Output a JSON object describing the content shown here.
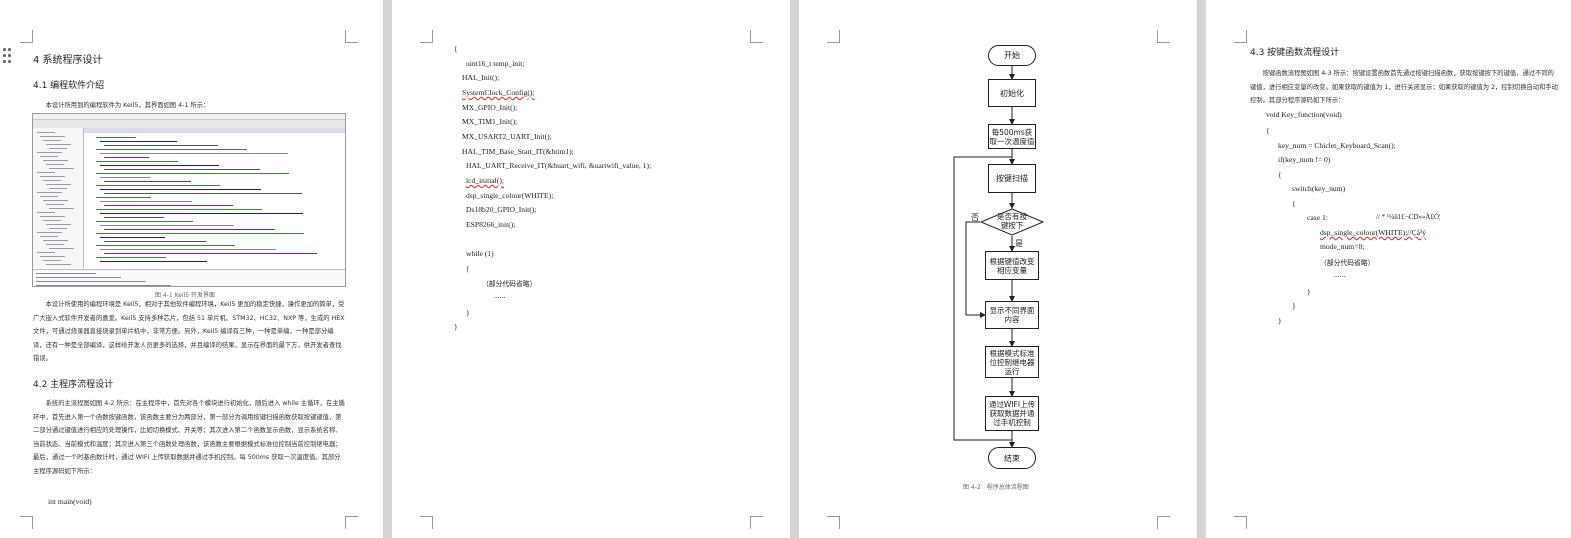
{
  "page1": {
    "h_chapter": "4 系统程序设计",
    "h_software": "4.1 编程软件介绍",
    "intro": "本设计所用到的编程软件为 Keil5，其界面如图 4-1 所示：",
    "fig1_caption": "图 4-1 Keil5 开发界面",
    "keil_para": "本设计所使用的编程环境是 Keil5，相对于其他软件编程环境，Keil5 更加的稳定快捷，操作更加的简单，受广大嵌入式软件开发者的喜爱。Keil5 支持多种芯片，包括 51 单片机、STM32、HC32、NXP 等，生成的 HEX 文件，可通过烧录器直接烧录到单片机中，非常方便。另外，Keil5 编译有三种，一种是单编，一种是部分编译，还有一种是全部编译，这样给开发人员更多的选择，并且编译的结果，显示在界面的最下方，供开发者查找错误。",
    "h_main": "4.2 主程序流程设计",
    "main_para": "系统的主流程图如图 4-2 所示：在主程序中，首先对各个模块进行初始化，随后进入 while 主循环，在主循环中，首先进入第一个函数按键函数，该函数主要分为两部分，第一部分为调用按键扫描函数获取按键键值，第二部分通过键值进行相应的处理操作，比如切换模式、开关等；其次进入第二个函数显示函数，显示系统名称、当前状态、当前模式和温度；其次进入第三个函数处理函数，该函数主要根据模式标准位控制当前控制继电器；最后，通过一个时基函数计时，通过 WIFI 上传获取数据并通过手机控制。每 500ms 获取一次温度值。其部分主程序源码如下所示：",
    "code_last": "int main(void)"
  },
  "page2": {
    "code": [
      "{",
      "uint16_t temp_init;",
      "HAL_Init();",
      "SystemClock_Config();",
      "MX_GPIO_Init();",
      "MX_TIM1_Init();",
      "MX_USART2_UART_Init();",
      "HAL_TIM_Base_Start_IT(&htim1);",
      "HAL_UART_Receive_IT(&huart_wifi, &uartwifi_value, 1);",
      "lcd_initial();",
      "dsp_single_colour(WHITE);",
      "Ds18b20_GPIO_Init();",
      "ESP8266_init();",
      "while (1)",
      "{",
      "（部分代码省略）",
      "......",
      "}",
      "}"
    ]
  },
  "page3": {
    "flow": {
      "start": "开始",
      "init": "初始化",
      "temp": "每500ms获取一次温度值",
      "scan": "按键扫描",
      "decision": "是否有按键按下",
      "no": "否",
      "yes": "是",
      "change": "根据键值改变相应变量",
      "display": "显示不同界面内容",
      "mode": "根据模式标准位控制继电器运行",
      "wifi": "通过WIFI上传获取数据并通过手机控制",
      "end": "结束"
    },
    "caption": "图 4-2　程序总体流程图"
  },
  "page4": {
    "heading": "4.3 按键函数流程设计",
    "para": "按键函数流程图如图 4-3 所示：按键设置函数首先通过按键扫描函数，获取按键按下的键值，通过不同的键值，进行相应变量的改变。如果获取的键值为 1，进行关闭显示；如果获取的键值为 2，控制切换自动和手动控制。其部分程序源码如下所示：",
    "code": [
      "void Key_function(void)",
      "{",
      "key_num = Chiclet_Keyboard_Scan();",
      "if(key_num != 0)",
      "{",
      "switch(key_num)",
      "{",
      "case 1:",
      "// * ¹¼ü1£¬CD»»À£Ó¦",
      "dsp_single_colour(WHITE);//Çå³ý",
      "mode_num=0;",
      "（部分代码省略）",
      "......",
      "}",
      "}",
      "}"
    ]
  }
}
